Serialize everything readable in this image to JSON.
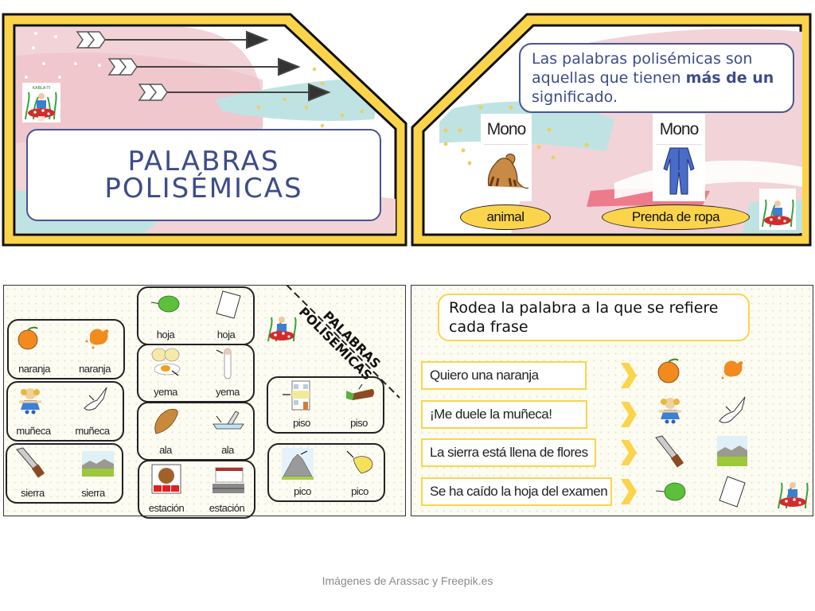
{
  "slide_top_left": {
    "title_line1": "PALABRAS",
    "title_line2": "POLISÉMICAS",
    "logo": "kabla-ti-logo"
  },
  "slide_top_right": {
    "definition_part1": "Las palabras polisémicas son aquellas que tienen ",
    "definition_bold": "más de un",
    "definition_part2": " significado.",
    "examples": [
      {
        "word": "Mono",
        "image": "monkey-icon",
        "meaning": "animal"
      },
      {
        "word": "Mono",
        "image": "overalls-icon",
        "meaning": "Prenda de ropa"
      }
    ],
    "logo": "kabla-ti-logo"
  },
  "slide_bottom_left": {
    "corner_title_line1": "PALABRAS",
    "corner_title_line2": "POLISÉMICAS",
    "pairs": [
      {
        "word": "naranja",
        "left": "naranja",
        "right": "naranja",
        "left_icon": "orange-fruit-icon",
        "right_icon": "orange-splash-icon"
      },
      {
        "word": "muñeca",
        "left": "muñeca",
        "right": "muñeca",
        "left_icon": "doll-icon",
        "right_icon": "wrist-icon"
      },
      {
        "word": "sierra",
        "left": "sierra",
        "right": "sierra",
        "left_icon": "saw-icon",
        "right_icon": "mountain-range-icon"
      },
      {
        "word": "hoja",
        "left": "hoja",
        "right": "hoja",
        "left_icon": "leaf-icon",
        "right_icon": "paper-sheet-icon"
      },
      {
        "word": "yema",
        "left": "yema",
        "right": "yema",
        "left_icon": "egg-yolk-icon",
        "right_icon": "fingertip-icon"
      },
      {
        "word": "ala",
        "left": "ala",
        "right": "ala",
        "left_icon": "wing-icon",
        "right_icon": "plane-wing-icon"
      },
      {
        "word": "estación",
        "left": "estación",
        "right": "estación",
        "left_icon": "autumn-season-icon",
        "right_icon": "train-station-icon"
      },
      {
        "word": "piso",
        "left": "piso",
        "right": "piso",
        "left_icon": "building-floor-icon",
        "right_icon": "step-on-icon"
      },
      {
        "word": "pico",
        "left": "pico",
        "right": "pico",
        "left_icon": "mountain-peak-icon",
        "right_icon": "beak-icon"
      }
    ]
  },
  "slide_bottom_right": {
    "instruction": "Rodea la palabra a la que se refiere cada frase",
    "sentences": [
      {
        "text": "Quiero una naranja",
        "left_icon": "orange-fruit-icon",
        "right_icon": "orange-splash-icon"
      },
      {
        "text": "¡Me duele la muñeca!",
        "left_icon": "doll-icon",
        "right_icon": "wrist-icon"
      },
      {
        "text": "La sierra está llena de flores",
        "left_icon": "saw-icon",
        "right_icon": "mountain-range-icon"
      },
      {
        "text": "Se ha caído la hoja del examen",
        "left_icon": "leaf-icon",
        "right_icon": "paper-sheet-icon"
      }
    ]
  },
  "footer": {
    "credit": "Imágenes de Arassac y Freepik.es"
  },
  "colors": {
    "frame_yellow": "#fbd44c",
    "frame_black": "#111111",
    "title_blue": "#3d4c88",
    "pink_bg": "#f2d3d8",
    "teal_bg": "#bfe3e3",
    "orange": "#f28a1e",
    "leaf_green": "#5cc03c"
  }
}
